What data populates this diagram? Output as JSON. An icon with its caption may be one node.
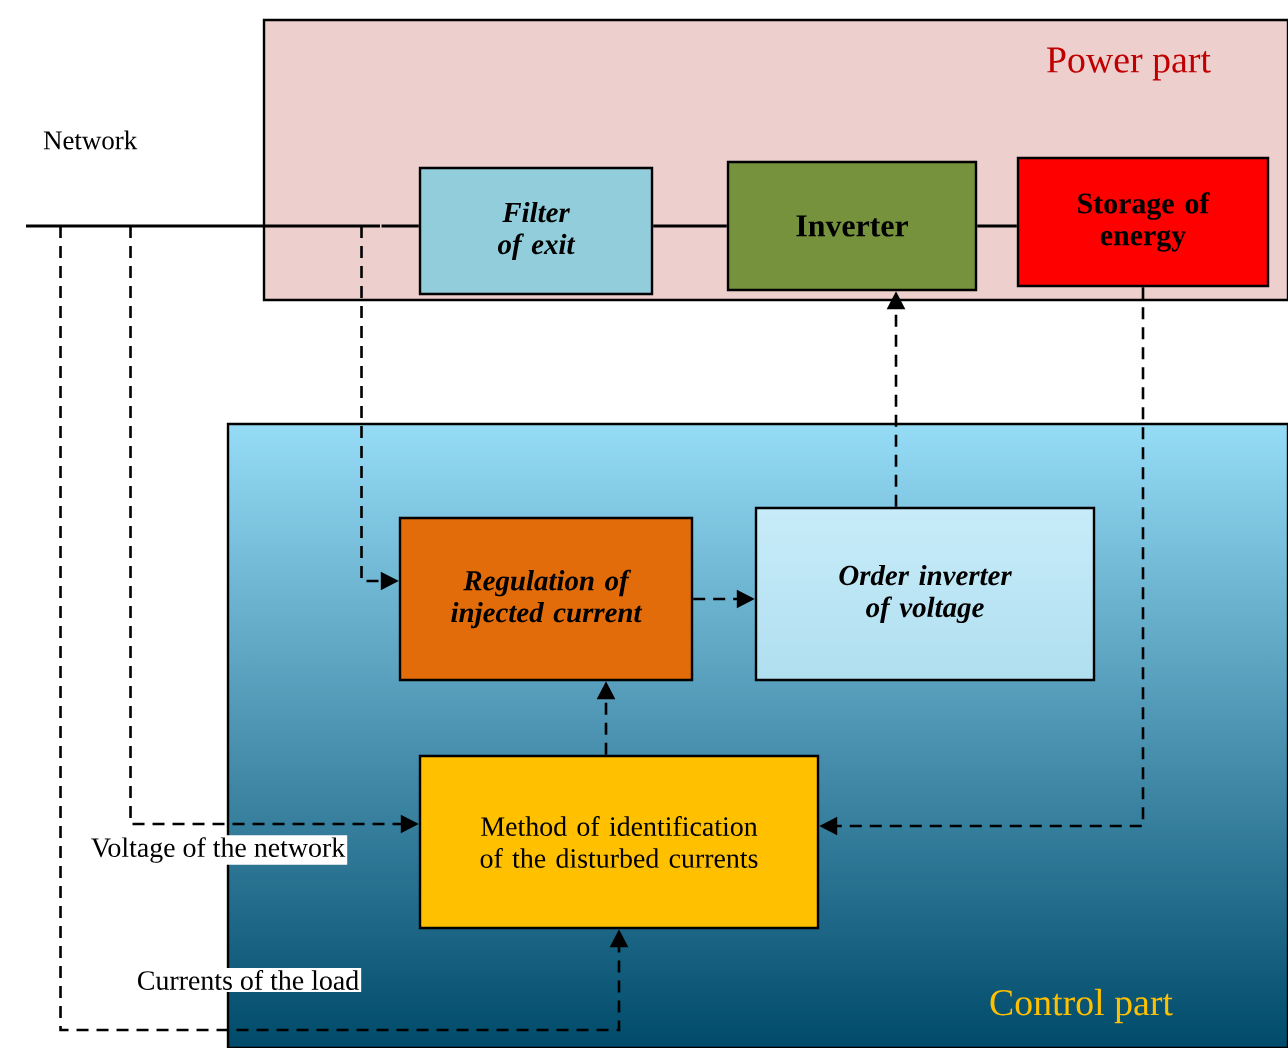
{
  "diagram": {
    "nodes": [
      {
        "text": [
          "Power part"
        ]
      },
      {
        "text": [
          "Filter of exit"
        ],
        "in": 0
      },
      {
        "text": [
          "Inverter"
        ],
        "in": 0
      },
      {
        "text": [
          "Storage of energy"
        ],
        "in": 0
      },
      {
        "text": [
          "Control part"
        ]
      },
      {
        "text": [
          "Regulation of injected current"
        ],
        "in": 4
      },
      {
        "text": [
          "Order inverter of voltage"
        ],
        "in": 4
      },
      {
        "text": [
          "Method of identification of the disturbed currents"
        ],
        "in": 4
      },
      {
        "text": [
          "Network"
        ]
      }
    ],
    "edges": [
      {
        "from": 8,
        "to": 1,
        "arrow": "none"
      },
      {
        "from": 1,
        "to": 2,
        "arrow": "none"
      },
      {
        "from": 2,
        "to": 3,
        "arrow": "none"
      },
      {
        "from": 8,
        "to": 5,
        "arrow": "to",
        "style": "dashed"
      },
      {
        "from": 5,
        "to": 6,
        "arrow": "to",
        "style": "dashed"
      },
      {
        "from": 6,
        "to": 2,
        "arrow": "to",
        "style": "dashed"
      },
      {
        "from": 7,
        "to": 5,
        "arrow": "to",
        "style": "dashed"
      },
      {
        "from": 8,
        "to": 7,
        "arrow": "to",
        "style": "dashed",
        "label": "Voltage of the network"
      },
      {
        "from": 3,
        "to": 7,
        "arrow": "to",
        "style": "dashed"
      },
      {
        "from": 8,
        "to": 7,
        "arrow": "to",
        "style": "dashed",
        "label": "Currents of the load"
      }
    ]
  }
}
